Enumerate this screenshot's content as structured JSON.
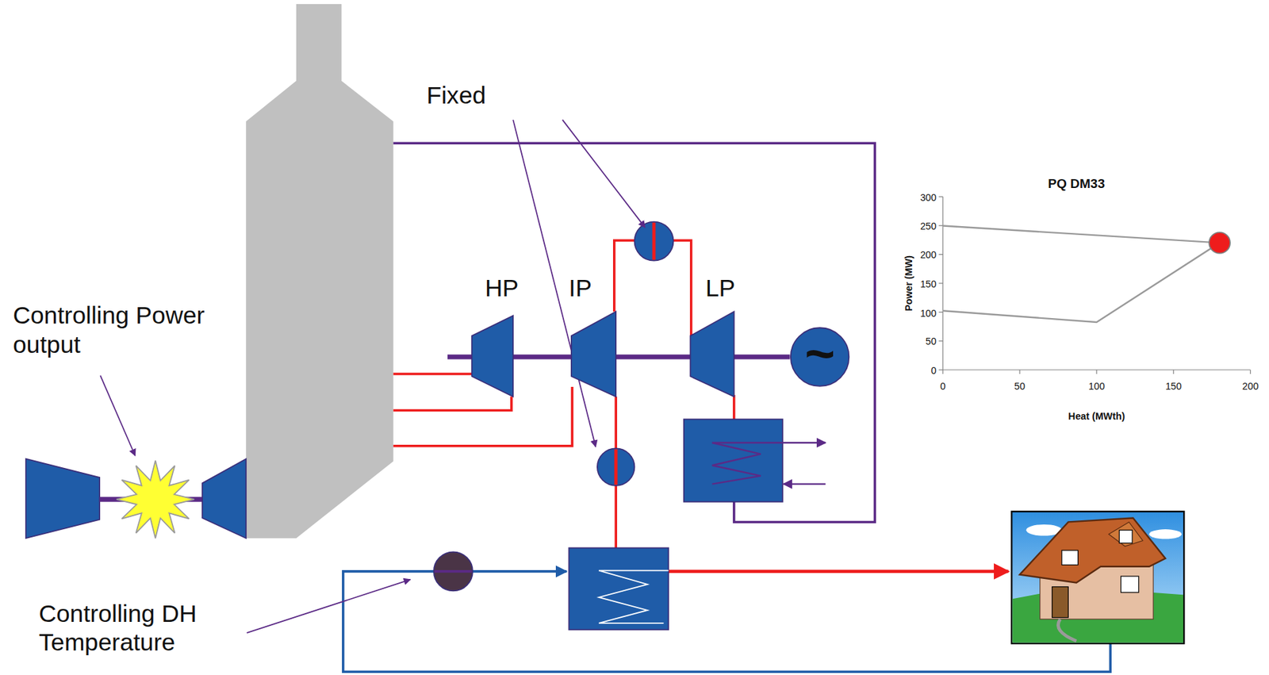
{
  "diagram": {
    "nodes": [
      {
        "text": [
          "HP"
        ]
      },
      {
        "text": [
          "IP"
        ]
      },
      {
        "text": [
          "LP"
        ]
      },
      {
        "text": [
          "~"
        ]
      }
    ],
    "edges": [
      {
        "from": 0,
        "to": 1,
        "arrow": "none"
      },
      {
        "from": 1,
        "to": 2,
        "arrow": "none"
      },
      {
        "from": 2,
        "to": 3,
        "arrow": "none"
      },
      {
        "from": 1,
        "to": 2,
        "arrow": "none"
      }
    ],
    "labels": [
      "Fixed",
      "Controlling Power output",
      "Controlling DH Temperature",
      "PQ DM33",
      "Power (MW)",
      "Heat (MWth)",
      "0",
      "50",
      "100",
      "150",
      "200",
      "250",
      "300",
      "0",
      "50",
      "100",
      "150",
      "200"
    ]
  }
}
